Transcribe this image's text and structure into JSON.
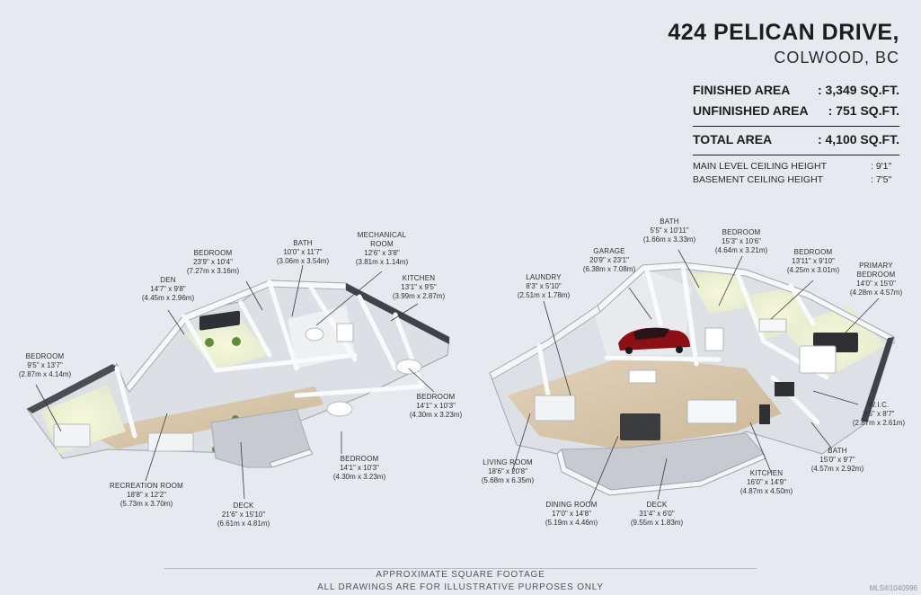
{
  "header": {
    "address": "424 PELICAN DRIVE,",
    "city": "COLWOOD, BC"
  },
  "areas": {
    "finished": {
      "label": "FINISHED AREA",
      "value": ": 3,349 SQ.FT."
    },
    "unfinished": {
      "label": "UNFINISHED AREA",
      "value": ": 751 SQ.FT."
    },
    "total": {
      "label": "TOTAL AREA",
      "value": ": 4,100 SQ.FT."
    }
  },
  "ceilings": {
    "main": {
      "label": "MAIN LEVEL CEILING HEIGHT",
      "value": ": 9'1\""
    },
    "basement": {
      "label": "BASEMENT CEILING HEIGHT",
      "value": ": 7'5\""
    }
  },
  "basement_rooms": {
    "bedroom_1": {
      "name": "BEDROOM",
      "dim": "23'9\" x 10'4\"",
      "metric": "(7.27m x 3.16m)"
    },
    "bath": {
      "name": "BATH",
      "dim": "10'0\" x 11'7\"",
      "metric": "(3.06m x 3.54m)"
    },
    "mechanical": {
      "name": "MECHANICAL",
      "name2": "ROOM",
      "dim": "12'6\" x 3'8\"",
      "metric": "(3.81m x 1.14m)"
    },
    "den": {
      "name": "DEN",
      "dim": "14'7\" x 9'8\"",
      "metric": "(4.45m x 2.96m)"
    },
    "kitchen": {
      "name": "KITCHEN",
      "dim": "13'1\" x 9'5\"",
      "metric": "(3.99m x 2.87m)"
    },
    "bedroom_left": {
      "name": "BEDROOM",
      "dim": "9'5\" x 13'7\"",
      "metric": "(2.87m x 4.14m)"
    },
    "bedroom_right": {
      "name": "BEDROOM",
      "dim": "14'1\" x 10'3\"",
      "metric": "(4.30m x 3.23m)"
    },
    "bedroom_center": {
      "name": "BEDROOM",
      "dim": "14'1\" x 10'3\"",
      "metric": "(4.30m x 3.23m)"
    },
    "recreation": {
      "name": "RECREATION ROOM",
      "dim": "18'8\" x 12'2\"",
      "metric": "(5.73m x 3.70m)"
    },
    "deck": {
      "name": "DECK",
      "dim": "21'6\" x 15'10\"",
      "metric": "(6.61m x 4.81m)"
    }
  },
  "main_rooms": {
    "bath": {
      "name": "BATH",
      "dim": "5'5\" x 10'11\"",
      "metric": "(1.66m x 3.33m)"
    },
    "bedroom_top": {
      "name": "BEDROOM",
      "dim": "15'3\" x 10'6\"",
      "metric": "(4.64m x 3.21m)"
    },
    "garage": {
      "name": "GARAGE",
      "dim": "20'9\" x 23'1\"",
      "metric": "(6.38m x 7.08m)"
    },
    "laundry": {
      "name": "LAUNDRY",
      "dim": "8'3\" x 5'10\"",
      "metric": "(2.51m x 1.78m)"
    },
    "bedroom_mid": {
      "name": "BEDROOM",
      "dim": "13'11\" x 9'10\"",
      "metric": "(4.25m x 3.01m)"
    },
    "primary": {
      "name": "PRIMARY",
      "name2": "BEDROOM",
      "dim": "14'0\" x 15'0\"",
      "metric": "(4.28m x 4.57m)"
    },
    "wic": {
      "name": "W.I.C.",
      "dim": "9'5\" x 8'7\"",
      "metric": "(2.87m x 2.61m)"
    },
    "bath_2": {
      "name": "BATH",
      "dim": "15'0\" x 9'7\"",
      "metric": "(4.57m x 2.92m)"
    },
    "living": {
      "name": "LIVING ROOM",
      "dim": "18'6\" x 20'8\"",
      "metric": "(5.68m x 6.35m)"
    },
    "kitchen": {
      "name": "KITCHEN",
      "dim": "16'0\" x 14'9\"",
      "metric": "(4.87m x 4.50m)"
    },
    "dining": {
      "name": "DINING ROOM",
      "dim": "17'0\" x 14'8\"",
      "metric": "(5.19m x 4.46m)"
    },
    "deck": {
      "name": "DECK",
      "dim": "31'4\" x 6'0\"",
      "metric": "(9.55m x 1.83m)"
    }
  },
  "footer": {
    "line1": "APPROXIMATE SQUARE FOOTAGE",
    "line2": "ALL DRAWINGS ARE FOR ILLUSTRATIVE PURPOSES ONLY",
    "mls": "MLS®1040996"
  },
  "colors": {
    "background": "#e6e9ee",
    "wall": "#f4f5f7",
    "wall_shadow": "#b8bcc3",
    "floor_wood": "#d9c9b0",
    "floor_room": "#dfe2e6",
    "deck": "#c9cdd3",
    "car": "#8b0f13",
    "plant_green": "#a8d86a"
  }
}
